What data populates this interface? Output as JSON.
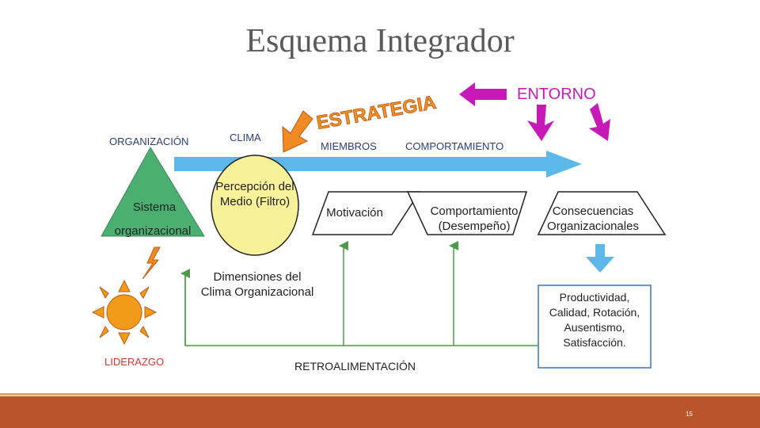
{
  "title": "Esquema Integrador",
  "labels": {
    "organizacion": "ORGANIZACIÓN",
    "clima": "CLIMA",
    "miembros": "MIEMBROS",
    "comportamiento": "COMPORTAMIENTO",
    "entorno": "ENTORNO",
    "estrategia": "ESTRATEGIA",
    "liderazgo": "LIDERAZGO",
    "retroalimentacion": "RETROALIMENTACIÓN"
  },
  "shapes": {
    "sistema_line1": "Sistema",
    "sistema_line2": "organizacional",
    "percepcion": "Percepción del Medio (Filtro)",
    "motivacion": "Motivación",
    "comportamiento_box": "Comportamiento (Desempeño)",
    "consecuencias": "Consecuencias Organizacionales",
    "dimensiones": "Dimensiones del Clima Organizacional",
    "resultados": "Productividad, Calidad, Rotación, Ausentismo, Satisfacción."
  },
  "footer": {
    "page_number": "15"
  },
  "colors": {
    "main_arrow": "#5bb8e8",
    "magenta": "#c619b8",
    "orange": "#f08a24",
    "triangle": "#4caf72",
    "circle": "#f7f29a",
    "green_line": "#4a9a4a",
    "footer": "#b8552a"
  }
}
